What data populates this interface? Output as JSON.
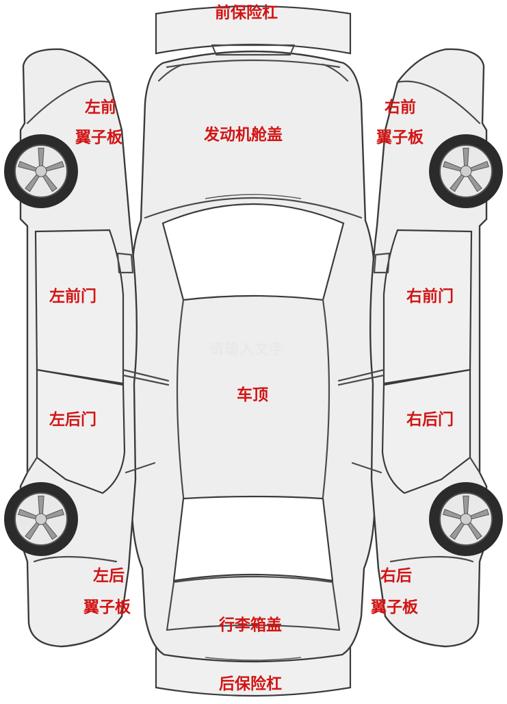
{
  "labels": {
    "front_bumper": "前保险杠",
    "hood": "发动机舱盖",
    "left_front_fender_line1": "左前",
    "left_front_fender_line2": "翼子板",
    "right_front_fender_line1": "右前",
    "right_front_fender_line2": "翼子板",
    "left_front_door": "左前门",
    "right_front_door": "右前门",
    "roof": "车顶",
    "left_rear_door": "左后门",
    "right_rear_door": "右后门",
    "left_rear_fender_line1": "左后",
    "left_rear_fender_line2": "翼子板",
    "right_rear_fender_line1": "右后",
    "right_rear_fender_line2": "翼子板",
    "trunk_lid": "行李箱盖",
    "rear_bumper": "后保险杠"
  },
  "watermark": "请输入文字",
  "colors": {
    "label": "#d21414",
    "panel_fill": "#eeeeee",
    "outline": "#3a3a3a"
  }
}
